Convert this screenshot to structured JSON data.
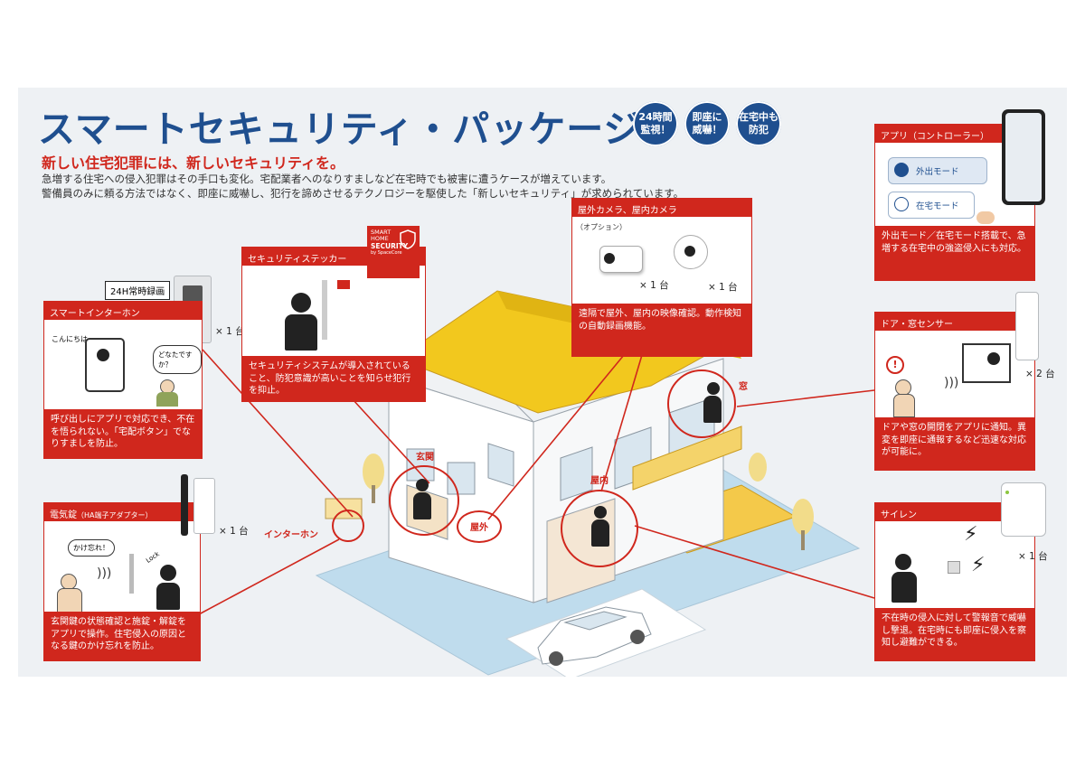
{
  "title": "スマートセキュリティ・パッケージ",
  "badges": [
    "24時間\n監視！",
    "即座に\n威嚇！",
    "在宅中も\n防犯"
  ],
  "subheading": "新しい住宅犯罪には、新しいセキュリティを。",
  "lead": [
    "急増する住宅への侵入犯罪はその手口も変化。宅配業者へのなりすましなど在宅時でも被害に遭うケースが増えています。",
    "警備員のみに頼る方法ではなく、即座に威嚇し、犯行を諦めさせるテクノロジーを駆使した「新しいセキュリティ」が求められています。"
  ],
  "panels": {
    "intercom": {
      "label": "スマートインターホン",
      "tag": "24H常時録画",
      "qty": "× 1 台",
      "bubble1": "こんにちは",
      "bubble2": "どなたですか？",
      "desc": "呼び出しにアプリで対応でき、不在を悟られない。「宅配ボタン」でなりすましを防止。"
    },
    "sticker": {
      "label": "セキュリティステッカー",
      "logo": [
        "SMART",
        "HOME",
        "SECURITY",
        "by SpaceCore"
      ],
      "desc": "セキュリティシステムが導入されていること、防犯意識が高いことを知らせ犯行を抑止。"
    },
    "camera": {
      "label": "屋外カメラ、屋内カメラ",
      "option": "（オプション）",
      "qty1": "× 1 台",
      "qty2": "× 1 台",
      "desc": "遠隔で屋外、屋内の映像確認。動作検知の自動録画機能。"
    },
    "app": {
      "label": "アプリ（コントローラー）",
      "btn_away": "外出モード",
      "btn_home": "在宅モード",
      "desc": "外出モード／在宅モード搭載で、急増する在宅中の強盗侵入にも対応。"
    },
    "sensor": {
      "label": "ドア・窓センサー",
      "qty": "× 2 台",
      "desc": "ドアや窓の開閉をアプリに通知。異変を即座に通報するなど迅速な対応が可能に。"
    },
    "siren": {
      "label": "サイレン",
      "qty": "× 1 台",
      "desc": "不在時の侵入に対して警報音で威嚇し撃退。在宅時にも即座に侵入を察知し避難ができる。"
    },
    "lock": {
      "label": "電気錠",
      "label_sub": "（HA端子アダプター）",
      "qty": "× 1 台",
      "bubble": "かけ忘れ！",
      "lock_text": "Lock",
      "desc": "玄関鍵の状態確認と施錠・解錠をアプリで操作。住宅侵入の原因となる鍵のかけ忘れを防止。"
    }
  },
  "callouts": {
    "entrance": "玄関",
    "outside": "屋外",
    "inside": "屋内",
    "window": "窓",
    "intercom": "インターホン"
  },
  "colors": {
    "accent": "#d0271d",
    "brand": "#1f4f8f",
    "roof": "#f2c81e"
  }
}
